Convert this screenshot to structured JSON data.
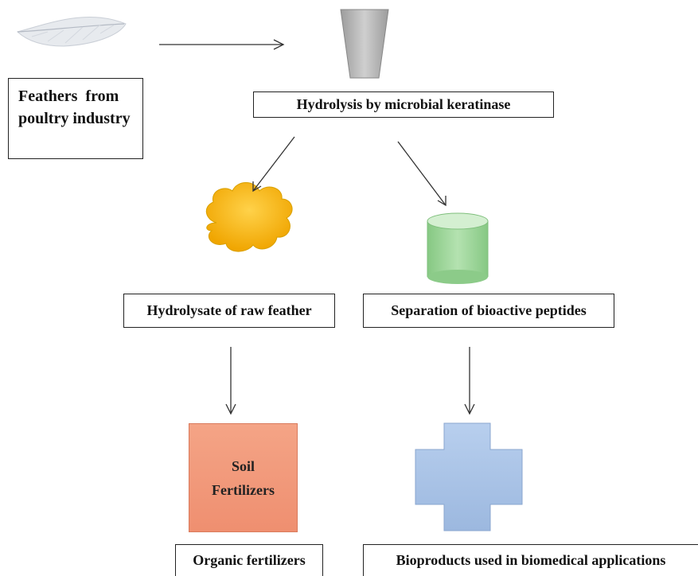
{
  "nodes": {
    "feathers": {
      "line1": "Feathers  from",
      "line2": "poultry industry"
    },
    "hydrolysis": "Hydrolysis by microbial keratinase",
    "hydrolysate": "Hydrolysate of raw feather",
    "separation": "Separation of bioactive peptides",
    "soil": {
      "line1": "Soil",
      "line2": "Fertilizers"
    },
    "organic": "Organic fertilizers",
    "bioproducts": "Bioproducts used in biomedical applications"
  },
  "colors": {
    "soil_fill": "#f09474",
    "cross_fill": "#a9c4e6",
    "cylinder_fill": "#9ed59a",
    "cloud_fill": "#f5b614",
    "funnel_fill": "#b5b5b5"
  }
}
